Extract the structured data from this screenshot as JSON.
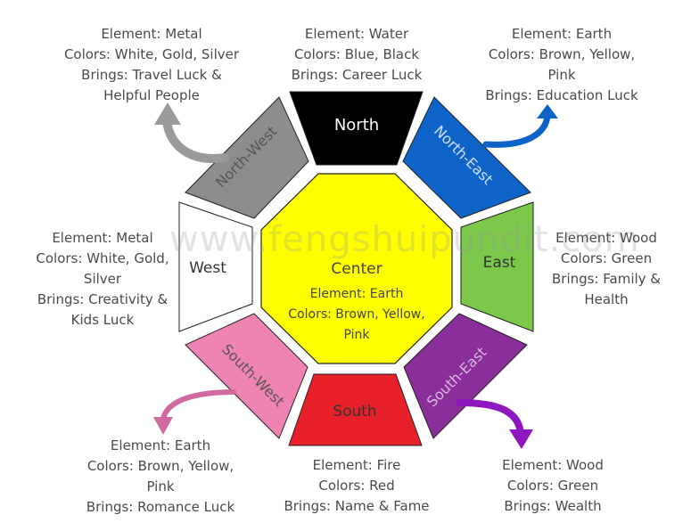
{
  "watermark": "www.fengshuipundit.com",
  "center": {
    "title": "Center",
    "lines": [
      "Element: Earth",
      "Colors: Brown, Yellow,",
      "Pink"
    ],
    "color": "#ffff00"
  },
  "sectors": {
    "north": {
      "label": "North",
      "color": "#000000",
      "text_color": "#ffffff",
      "info": [
        "Element: Water",
        "Colors: Blue, Black",
        "Brings: Career Luck"
      ]
    },
    "north_east": {
      "label": "North-East",
      "color": "#0d63c7",
      "text_color": "#cfe0ff",
      "info": [
        "Element: Earth",
        "Colors: Brown, Yellow,",
        "Pink",
        "Brings: Education Luck"
      ]
    },
    "east": {
      "label": "East",
      "color": "#7cc84a",
      "text_color": "#333333",
      "info": [
        "Element: Wood",
        "Colors: Green",
        "Brings: Family &",
        "Health"
      ]
    },
    "south_east": {
      "label": "South-East",
      "color": "#8a2e9a",
      "text_color": "#d8b8e0",
      "info": [
        "Element: Wood",
        "Colors: Green",
        "Brings: Wealth"
      ]
    },
    "south": {
      "label": "South",
      "color": "#e8202a",
      "text_color": "#333333",
      "info": [
        "Element: Fire",
        "Colors: Red",
        "Brings: Name & Fame"
      ]
    },
    "south_west": {
      "label": "South-West",
      "color": "#ef83b1",
      "text_color": "#555555",
      "info": [
        "Element: Earth",
        "Colors: Brown, Yellow,",
        "Pink",
        "Brings: Romance Luck"
      ]
    },
    "west": {
      "label": "West",
      "color": "#ffffff",
      "text_color": "#333333",
      "info": [
        "Element: Metal",
        "Colors: White, Gold,",
        "Silver",
        "Brings: Creativity &",
        "Kids Luck"
      ]
    },
    "north_west": {
      "label": "North-West",
      "color": "#8d8d8d",
      "text_color": "#555555",
      "info": [
        "Element: Metal",
        "Colors: White, Gold, Silver",
        "Brings: Travel Luck &",
        "Helpful People"
      ]
    }
  },
  "arrow_colors": {
    "north_west": "#9a9a9a",
    "north_east": "#0d63c7",
    "south_west": "#d16aa0",
    "south_east": "#8e18c0"
  }
}
